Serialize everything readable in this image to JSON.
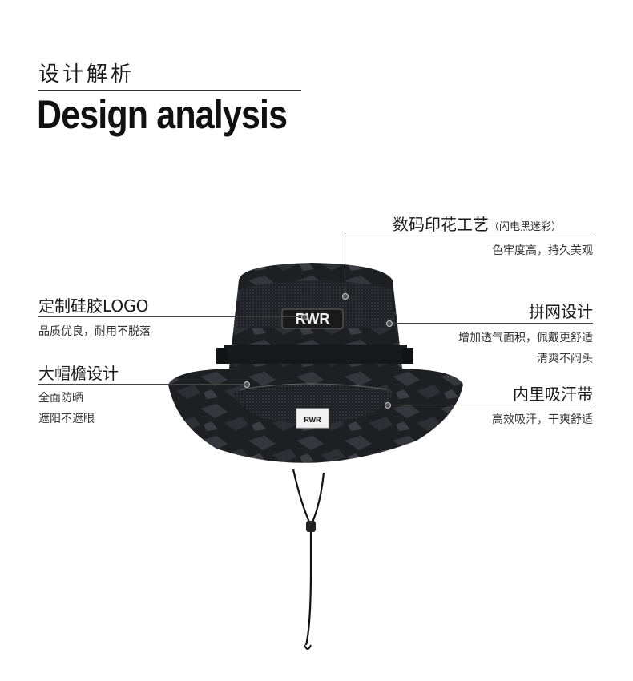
{
  "header": {
    "title_cn": "设计解析",
    "title_en": "Design analysis"
  },
  "features": {
    "print": {
      "title": "数码印花工艺",
      "note": "（闪电黑迷彩）",
      "desc": "色牢度高，持久美观"
    },
    "logo": {
      "title": "定制硅胶LOGO",
      "desc": "品质优良，耐用不脱落"
    },
    "mesh": {
      "title": "拼网设计",
      "desc_line1": "增加透气面积，佩戴更舒适",
      "desc_line2": "清爽不闷头"
    },
    "brim": {
      "title": "大帽檐设计",
      "desc_line1": "全面防晒",
      "desc_line2": "遮阳不遮眼"
    },
    "band": {
      "title": "内里吸汗带",
      "desc": "高效吸汗，干爽舒适"
    }
  },
  "product": {
    "logo_text": "RWR",
    "inner_label_text": "RWR",
    "colors": {
      "hat_dark": "#1d1f22",
      "camo_light": "#3a3d42",
      "logo_bg": "#e8e8e8"
    }
  }
}
